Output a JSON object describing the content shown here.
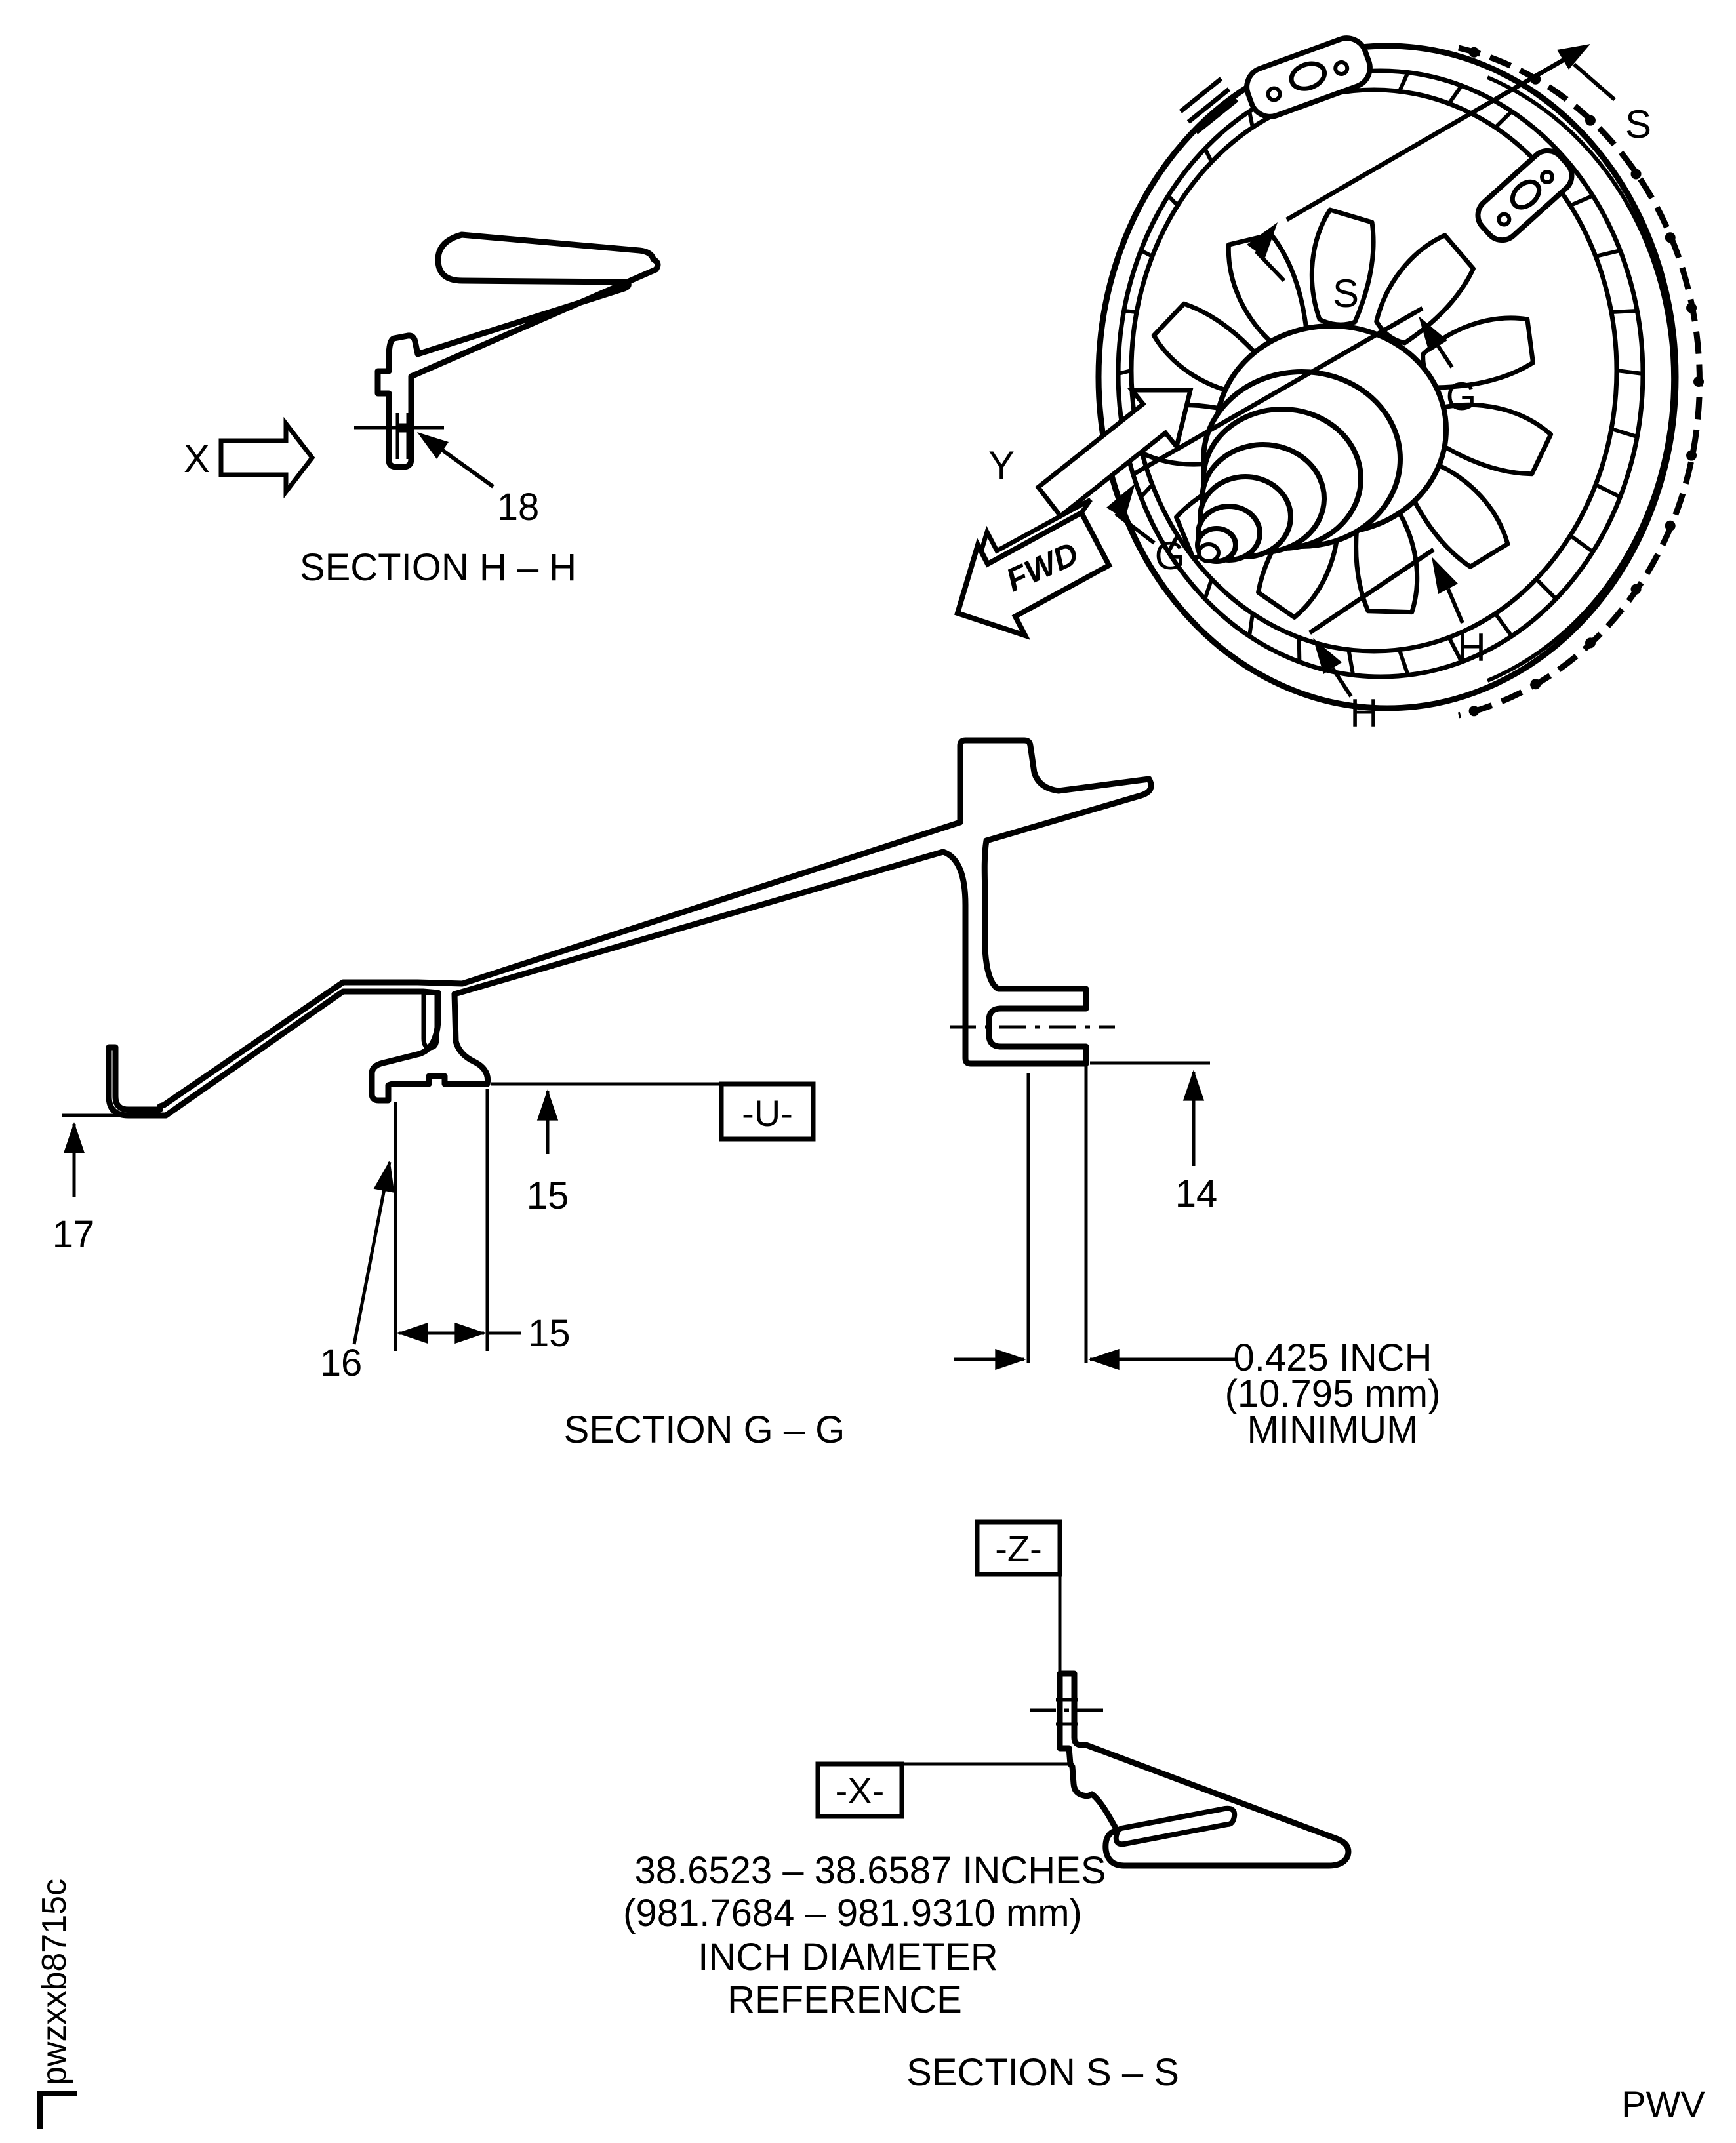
{
  "figure": {
    "background": "#ffffff",
    "ink": "#000000",
    "footer_code": "pwzxxb8715c",
    "page_code": "PWV"
  },
  "section_h": {
    "caption": "SECTION H – H",
    "view_arrow_label": "X",
    "callout_18": "18"
  },
  "assembly": {
    "fwd_label": "FWD",
    "view_arrow_label": "Y",
    "s_upper": "S",
    "s_mid": "S",
    "g_lower": "G",
    "g_right": "G",
    "h_lower": "H",
    "h_right": "H"
  },
  "section_g": {
    "caption": "SECTION G – G",
    "callout_17": "17",
    "callout_16": "16",
    "callout_15_upper": "15",
    "callout_15_lower": "15",
    "callout_14": "14",
    "flag_u": "-U-",
    "min_dim": {
      "line1": "0.425 INCH",
      "line2": "(10.795 mm)",
      "line3": "MINIMUM"
    }
  },
  "section_s": {
    "caption": "SECTION S – S",
    "flag_z": "-Z-",
    "flag_x": "-X-",
    "dim": {
      "line1": "38.6523 – 38.6587 INCHES",
      "line2": "(981.7684 – 981.9310 mm)",
      "line3": "INCH DIAMETER",
      "line4": "REFERENCE"
    }
  }
}
